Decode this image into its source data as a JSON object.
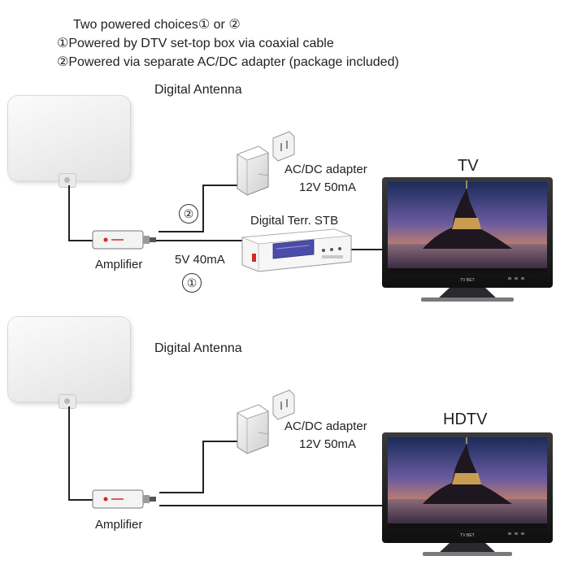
{
  "header": {
    "line1": "Two powered choices① or ②",
    "line2": "①Powered by DTV set-top box via coaxial cable",
    "line3": "②Powered via separate  AC/DC adapter (package included)"
  },
  "top": {
    "antenna_label": "Digital Antenna",
    "adapter_label": "AC/DC adapter",
    "adapter_spec": "12V 50mA",
    "tv_label": "TV",
    "stb_label": "Digital Terr. STB",
    "amplifier_label": "Amplifier",
    "power_label": "5V 40mA",
    "marker1": "①",
    "marker2": "②",
    "tv_brand": "TV BET"
  },
  "bottom": {
    "antenna_label": "Digital Antenna",
    "adapter_label": "AC/DC adapter",
    "adapter_spec": "12V 50mA",
    "tv_label": "HDTV",
    "amplifier_label": "Amplifier",
    "tv_brand": "TV BET"
  },
  "colors": {
    "cable": "#222222",
    "tv_frame": "#1a1a1a",
    "amp_led": "#d42a1e",
    "stb_display": "#4b4ba8"
  },
  "icons": [
    "antenna-icon",
    "amplifier-icon",
    "adapter-icon",
    "wall-plug-icon",
    "set-top-box-icon",
    "tv-icon"
  ]
}
